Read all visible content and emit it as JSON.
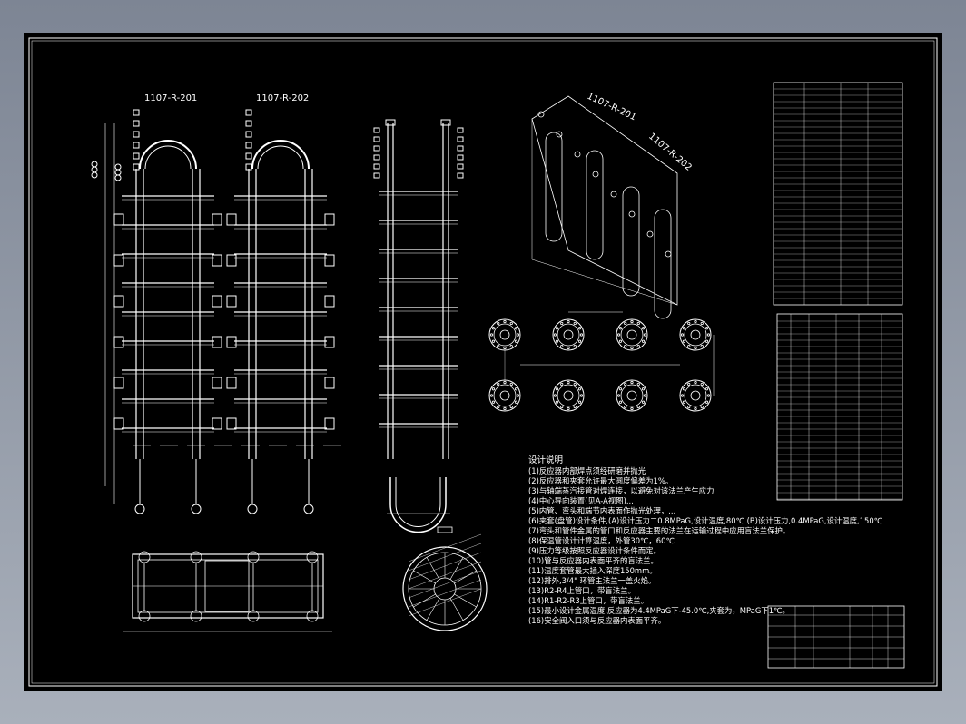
{
  "drawing": {
    "view_labels": [
      "1107-R-201",
      "1107-R-202"
    ],
    "iso_labels": [
      "1107-R-201",
      "1107-R-202"
    ],
    "notes_title": "设计说明",
    "notes": [
      "(1)反应器内部焊点须经研磨并抛光",
      "(2)反应器和夹套允许最大圆度偏差为1%。",
      "(3)与轴端蒸汽接管对焊连接，以避免对该法兰产生应力",
      "(4)中心导向装置(见A-A视图)...",
      "(5)内管、弯头和端节内表面作抛光处理，...",
      "(6)夹套(盘管)设计条件,(A)设计压力二0.8MPaG,设计温度,80℃  (B)设计压力,0.4MPaG,设计温度,150℃",
      "(7)弯头和管件金属的管口和反应器主要的法兰在运输过程中应用盲法兰保护。",
      "(8)保温管设计计算温度，外管30℃，60℃",
      "(9)压力等级按照反应器设计条件而定。",
      "(10)管与反应器内表面平齐的盲法兰。",
      "(11)温度套管最大插入深度150mm。",
      "(12)排外,3/4\" 环管主法兰一盖火焰。",
      "(13)R2-R4上管口，带盲法兰。",
      "(14)R1-R2-R3上管口，带盲法兰。",
      "(15)最小设计金属温度,反应器为4.4MPaG下-45.0℃,夹套为，MPaG下1℃。",
      "(16)安全阀入口须与反应器内表面平齐。"
    ]
  },
  "colors": {
    "background_outer": "#8e96a3",
    "sheet": "#000000",
    "linework": "#ffffff"
  }
}
